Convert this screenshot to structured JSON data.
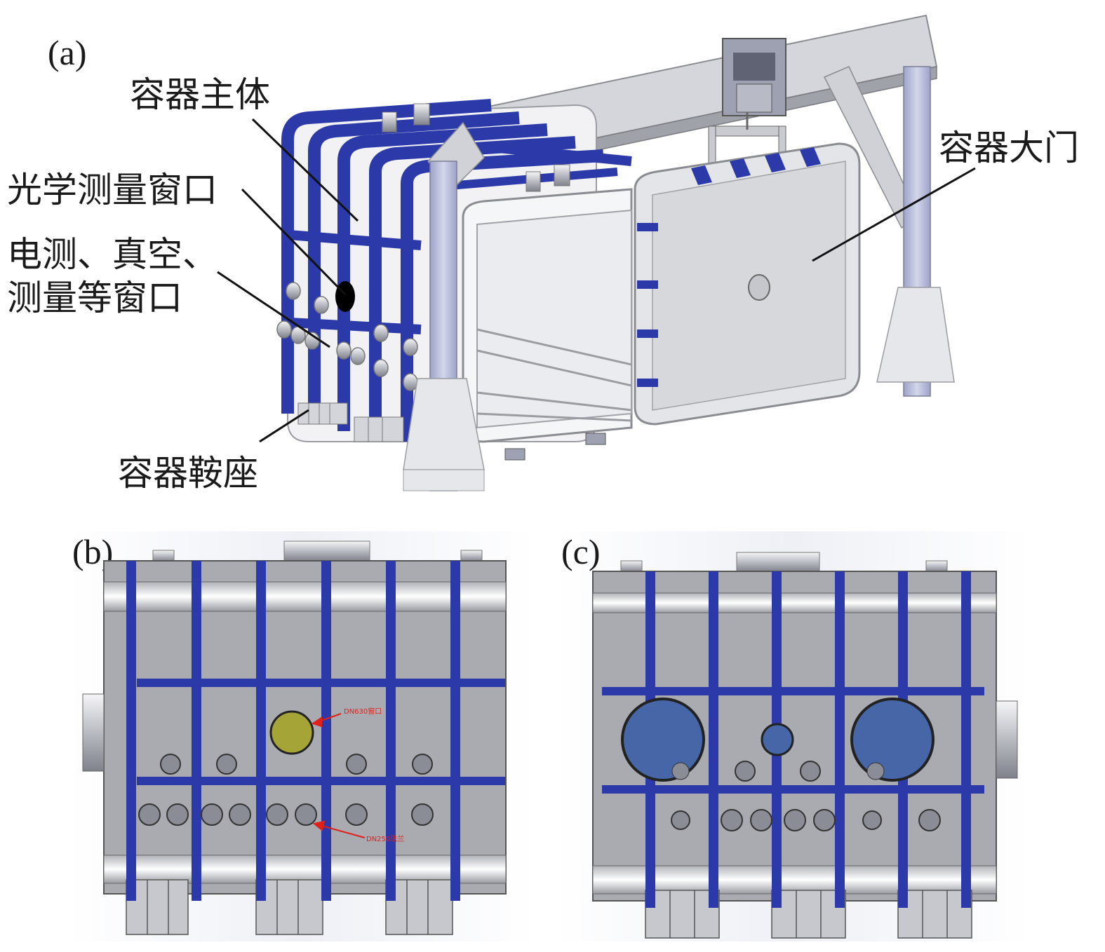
{
  "panels": {
    "a": {
      "label": "(a)"
    },
    "b": {
      "label": "(b)"
    },
    "c": {
      "label": "(c)"
    }
  },
  "callouts": {
    "main_body": "容器主体",
    "optical_window": "光学测量窗口",
    "electrical_line1": "电测、真空、",
    "electrical_line2": "测量等窗口",
    "saddle": "容器鞍座",
    "door": "容器大门"
  },
  "annotations_b": {
    "big_window": "DN630窗口",
    "small_window": "DN250法兰"
  },
  "colors": {
    "rib_blue": "#2b3aa8",
    "steel_gray": "#a9abb1",
    "light_gray": "#d8d9dd",
    "frame_gray": "#c4c6cb",
    "window_olive": "#a4a536",
    "window_blue": "#4766a8",
    "note_red": "#e0201a"
  }
}
